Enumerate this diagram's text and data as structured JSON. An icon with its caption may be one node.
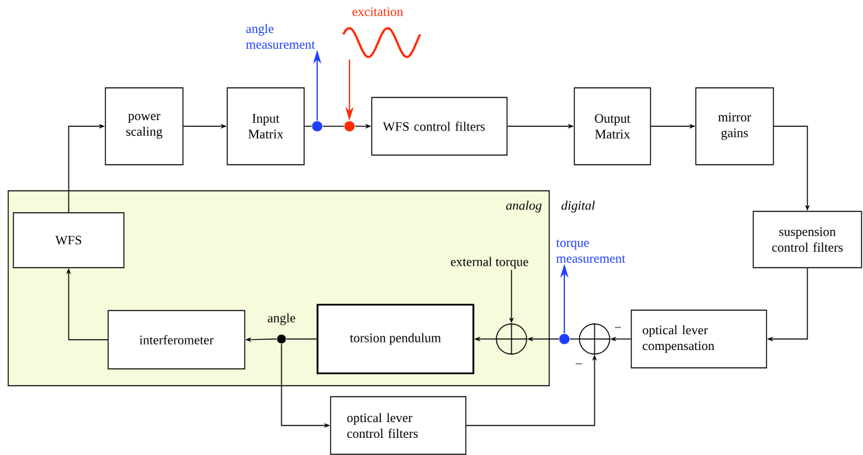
{
  "diagram": {
    "nodes": [
      {
        "text": [
          "analog"
        ]
      },
      {
        "text": [
          "power scaling"
        ]
      },
      {
        "text": [
          "Input Matrix"
        ]
      },
      {
        "text": [
          "WFS control filters"
        ]
      },
      {
        "text": [
          "Output Matrix"
        ]
      },
      {
        "text": [
          "mirror gains"
        ]
      },
      {
        "text": [
          "suspension control filters"
        ]
      },
      {
        "text": [
          "optical lever compensation"
        ]
      },
      {
        "text": [
          "WFS"
        ],
        "in": 0
      },
      {
        "text": [
          "interferometer"
        ],
        "in": 0
      },
      {
        "text": [
          "torsion pendulum"
        ],
        "in": 0
      },
      {
        "text": [],
        "shape": "circle",
        "in": 0
      },
      {
        "text": [],
        "shape": "circle"
      },
      {
        "text": [
          "optical lever control filters"
        ]
      },
      {
        "text": [],
        "shape": "circle"
      },
      {
        "text": [],
        "shape": "circle"
      },
      {
        "text": [],
        "shape": "circle",
        "in": 0,
        "beside": [
          "angle"
        ]
      },
      {
        "text": [],
        "shape": "circle"
      },
      {
        "text": [
          "angle measurement"
        ]
      },
      {
        "text": [],
        "shape": "picture",
        "beside": [
          "excitation"
        ]
      },
      {
        "text": [
          "external torque"
        ],
        "in": 0
      },
      {
        "text": [
          "torque measurement"
        ]
      }
    ],
    "edges": [
      {
        "from": 8,
        "to": 1,
        "arrow": "to"
      },
      {
        "from": 1,
        "to": 2,
        "arrow": "to"
      },
      {
        "from": 2,
        "to": 14,
        "arrow": "none"
      },
      {
        "from": 14,
        "to": 15,
        "arrow": "none"
      },
      {
        "from": 15,
        "to": 3,
        "arrow": "to"
      },
      {
        "from": 14,
        "to": 18,
        "arrow": "to",
        "color": "#1f3fff"
      },
      {
        "from": 19,
        "to": 15,
        "arrow": "to",
        "color": "#ff2a00"
      },
      {
        "from": 3,
        "to": 4,
        "arrow": "to"
      },
      {
        "from": 4,
        "to": 5,
        "arrow": "to"
      },
      {
        "from": 5,
        "to": 6,
        "arrow": "to"
      },
      {
        "from": 6,
        "to": 7,
        "arrow": "to"
      },
      {
        "from": 7,
        "to": 12,
        "arrow": "to"
      },
      {
        "from": 12,
        "to": 17,
        "arrow": "none"
      },
      {
        "from": 17,
        "to": 11,
        "arrow": "to"
      },
      {
        "from": 17,
        "to": 21,
        "arrow": "to",
        "color": "#1f3fff"
      },
      {
        "from": 20,
        "to": 11,
        "arrow": "to"
      },
      {
        "from": 11,
        "to": 10,
        "arrow": "to"
      },
      {
        "from": 10,
        "to": 16,
        "arrow": "none"
      },
      {
        "from": 16,
        "to": 9,
        "arrow": "to"
      },
      {
        "from": 9,
        "to": 8,
        "arrow": "to"
      },
      {
        "from": 16,
        "to": 13,
        "arrow": "to"
      },
      {
        "from": 13,
        "to": 12,
        "arrow": "to"
      }
    ],
    "labels": [
      "digital",
      "−",
      "−"
    ]
  }
}
